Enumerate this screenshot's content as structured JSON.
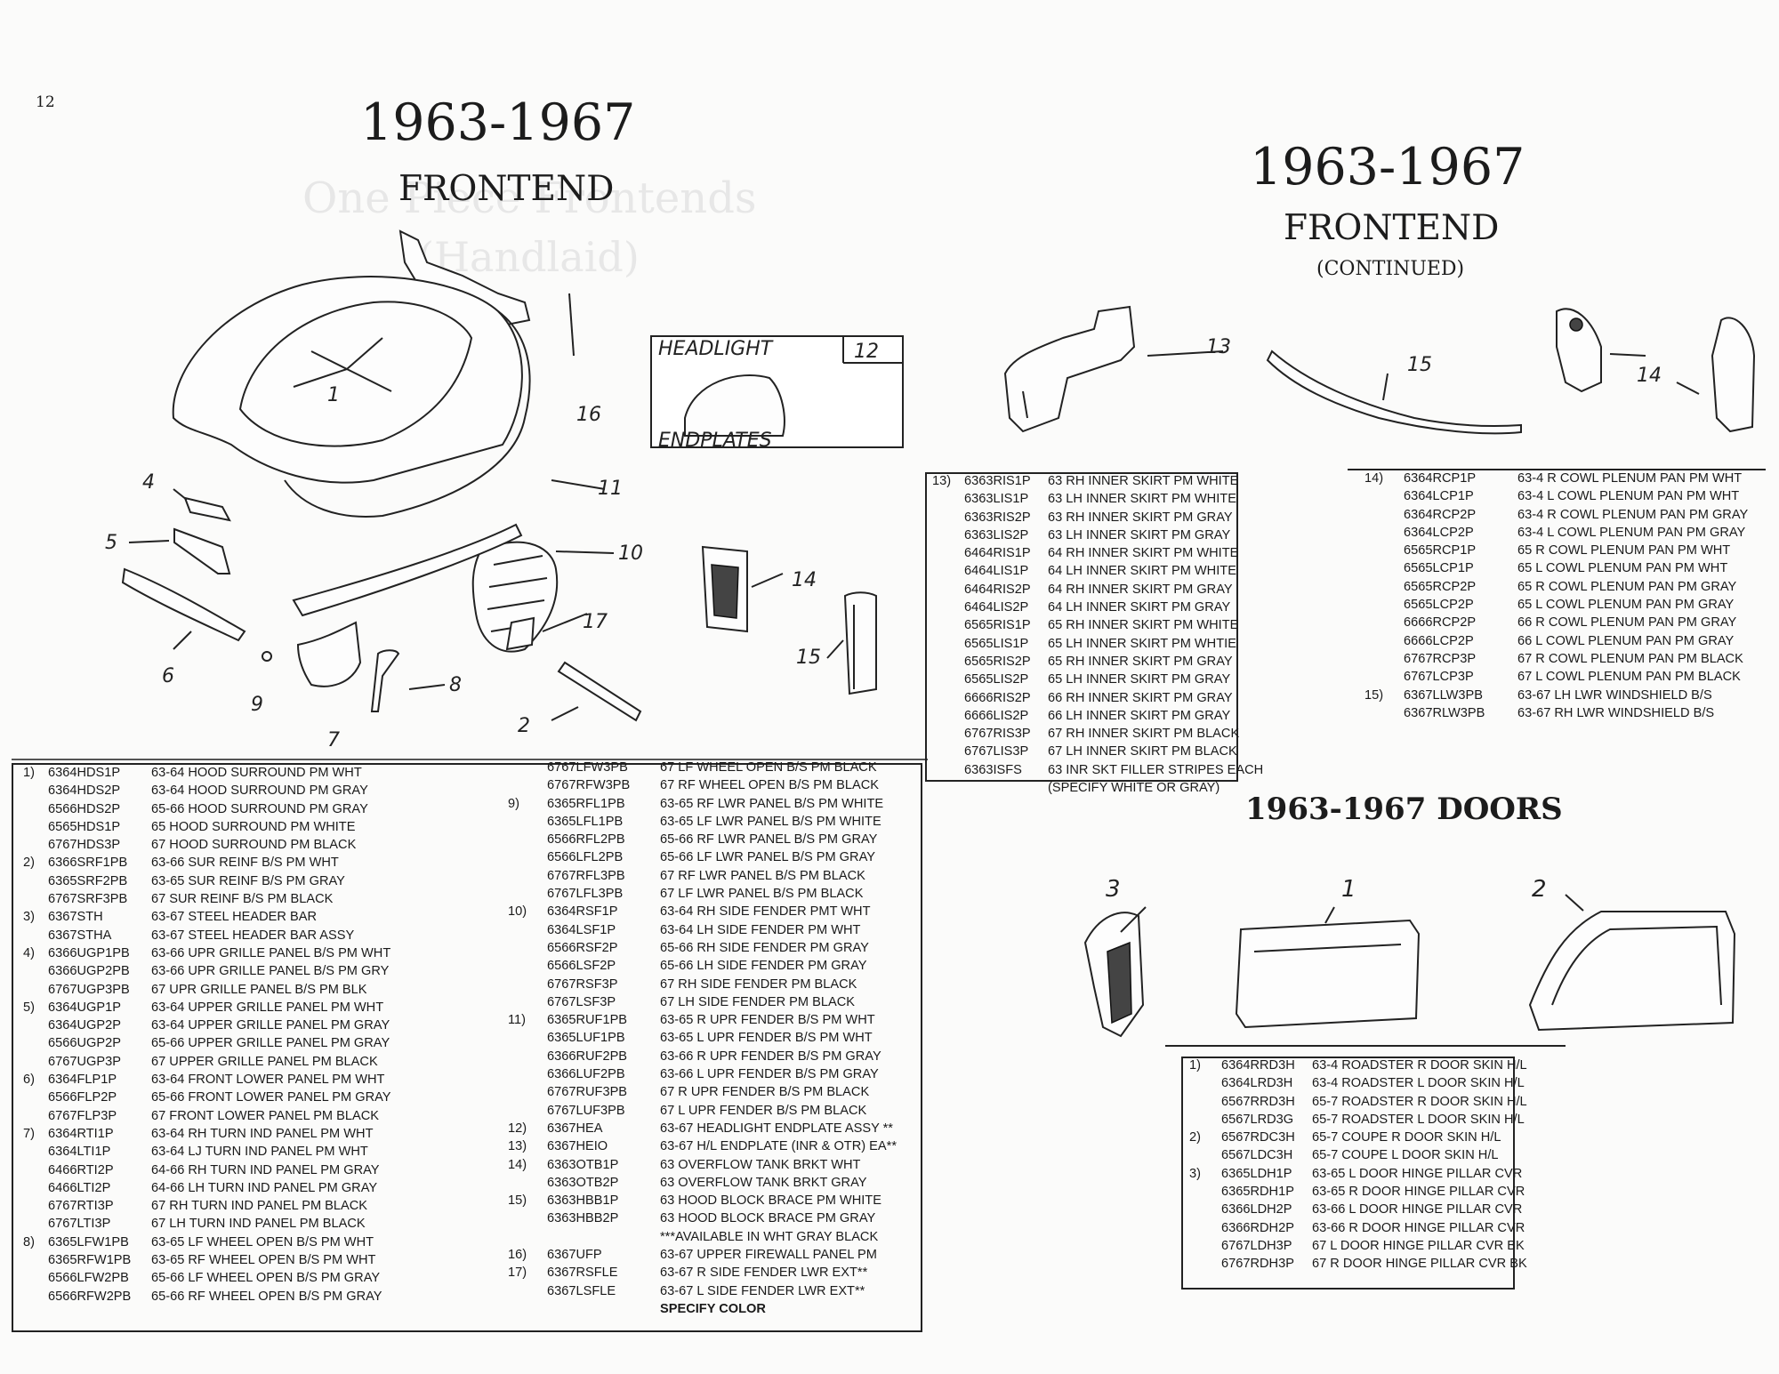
{
  "page_number": "12",
  "left_header": {
    "years": "1963-1967",
    "title": "FRONTEND"
  },
  "right_header": {
    "years": "1963-1967",
    "title": "FRONTEND",
    "subtitle": "(CONTINUED)"
  },
  "doors_header": "1963-1967 DOORS",
  "headlight_box": {
    "line1": "HEADLIGHT",
    "number": "12",
    "line2": "ENDPLATES"
  },
  "callouts_left": [
    "1",
    "4",
    "5",
    "6",
    "9",
    "7",
    "8",
    "2",
    "17",
    "10",
    "11",
    "16",
    "14",
    "15"
  ],
  "callouts_right": [
    "13",
    "15",
    "14"
  ],
  "callouts_doors": [
    "3",
    "1",
    "2"
  ],
  "table_left": [
    {
      "num": "1)",
      "code": "6364HDS1P",
      "desc": "63-64 HOOD SURROUND PM WHT"
    },
    {
      "num": "",
      "code": "6364HDS2P",
      "desc": "63-64 HOOD SURROUND PM GRAY"
    },
    {
      "num": "",
      "code": "6566HDS2P",
      "desc": "65-66 HOOD SURROUND PM GRAY"
    },
    {
      "num": "",
      "code": "6565HDS1P",
      "desc": "65 HOOD SURROUND PM WHITE"
    },
    {
      "num": "",
      "code": "6767HDS3P",
      "desc": "67 HOOD SURROUND PM BLACK"
    },
    {
      "num": "2)",
      "code": "6366SRF1PB",
      "desc": "63-66 SUR REINF B/S PM WHT"
    },
    {
      "num": "",
      "code": "6365SRF2PB",
      "desc": "63-65 SUR REINF B/S PM GRAY"
    },
    {
      "num": "",
      "code": "6767SRF3PB",
      "desc": "67 SUR REINF B/S PM BLACK"
    },
    {
      "num": "3)",
      "code": "6367STH",
      "desc": "63-67 STEEL HEADER BAR"
    },
    {
      "num": "",
      "code": "6367STHA",
      "desc": "63-67 STEEL HEADER BAR ASSY"
    },
    {
      "num": "4)",
      "code": "6366UGP1PB",
      "desc": "63-66 UPR GRILLE PANEL B/S PM WHT"
    },
    {
      "num": "",
      "code": "6366UGP2PB",
      "desc": "63-66 UPR GRILLE PANEL B/S PM GRY"
    },
    {
      "num": "",
      "code": "6767UGP3PB",
      "desc": "67 UPR GRILLE PANEL B/S PM BLK"
    },
    {
      "num": "5)",
      "code": "6364UGP1P",
      "desc": "63-64 UPPER GRILLE PANEL PM WHT"
    },
    {
      "num": "",
      "code": "6364UGP2P",
      "desc": "63-64 UPPER GRILLE PANEL PM GRAY"
    },
    {
      "num": "",
      "code": "6566UGP2P",
      "desc": "65-66 UPPER GRILLE PANEL PM GRAY"
    },
    {
      "num": "",
      "code": "6767UGP3P",
      "desc": "67 UPPER GRILLE PANEL PM BLACK"
    },
    {
      "num": "6)",
      "code": "6364FLP1P",
      "desc": "63-64 FRONT LOWER PANEL PM WHT"
    },
    {
      "num": "",
      "code": "6566FLP2P",
      "desc": "65-66 FRONT LOWER PANEL PM GRAY"
    },
    {
      "num": "",
      "code": "6767FLP3P",
      "desc": "67 FRONT LOWER PANEL PM BLACK"
    },
    {
      "num": "7)",
      "code": "6364RTI1P",
      "desc": "63-64 RH TURN IND PANEL PM WHT"
    },
    {
      "num": "",
      "code": "6364LTI1P",
      "desc": "63-64 LJ TURN IND PANEL PM WHT"
    },
    {
      "num": "",
      "code": "6466RTI2P",
      "desc": "64-66 RH TURN IND PANEL PM GRAY"
    },
    {
      "num": "",
      "code": "6466LTI2P",
      "desc": "64-66 LH TURN IND PANEL PM GRAY"
    },
    {
      "num": "",
      "code": "6767RTI3P",
      "desc": "67 RH TURN IND PANEL PM BLACK"
    },
    {
      "num": "",
      "code": "6767LTI3P",
      "desc": "67 LH TURN IND PANEL PM BLACK"
    },
    {
      "num": "8)",
      "code": "6365LFW1PB",
      "desc": "63-65 LF WHEEL OPEN B/S PM WHT"
    },
    {
      "num": "",
      "code": "6365RFW1PB",
      "desc": "63-65 RF WHEEL OPEN B/S PM WHT"
    },
    {
      "num": "",
      "code": "6566LFW2PB",
      "desc": "65-66 LF WHEEL OPEN B/S PM GRAY"
    },
    {
      "num": "",
      "code": "6566RFW2PB",
      "desc": "65-66 RF WHEEL OPEN B/S PM GRAY"
    }
  ],
  "table_middle": [
    {
      "num": "",
      "code": "6767LFW3PB",
      "desc": "67 LF WHEEL OPEN B/S PM BLACK"
    },
    {
      "num": "",
      "code": "6767RFW3PB",
      "desc": "67 RF WHEEL OPEN B/S PM BLACK"
    },
    {
      "num": "9)",
      "code": "6365RFL1PB",
      "desc": "63-65 RF LWR PANEL B/S PM WHITE"
    },
    {
      "num": "",
      "code": "6365LFL1PB",
      "desc": "63-65 LF LWR PANEL B/S PM WHITE"
    },
    {
      "num": "",
      "code": "6566RFL2PB",
      "desc": "65-66 RF LWR PANEL B/S PM GRAY"
    },
    {
      "num": "",
      "code": "6566LFL2PB",
      "desc": "65-66 LF LWR PANEL B/S PM GRAY"
    },
    {
      "num": "",
      "code": "6767RFL3PB",
      "desc": "67 RF LWR PANEL B/S PM BLACK"
    },
    {
      "num": "",
      "code": "6767LFL3PB",
      "desc": "67 LF LWR PANEL B/S PM BLACK"
    },
    {
      "num": "10)",
      "code": "6364RSF1P",
      "desc": "63-64 RH SIDE FENDER PMT WHT"
    },
    {
      "num": "",
      "code": "6364LSF1P",
      "desc": "63-64 LH SIDE FENDER PM WHT"
    },
    {
      "num": "",
      "code": "6566RSF2P",
      "desc": "65-66 RH SIDE FENDER PM GRAY"
    },
    {
      "num": "",
      "code": "6566LSF2P",
      "desc": "65-66 LH SIDE FENDER PM GRAY"
    },
    {
      "num": "",
      "code": "6767RSF3P",
      "desc": "67 RH SIDE FENDER PM BLACK"
    },
    {
      "num": "",
      "code": "6767LSF3P",
      "desc": "67 LH SIDE FENDER PM BLACK"
    },
    {
      "num": "11)",
      "code": "6365RUF1PB",
      "desc": "63-65 R UPR FENDER B/S PM WHT"
    },
    {
      "num": "",
      "code": "6365LUF1PB",
      "desc": "63-65 L UPR FENDER B/S PM WHT"
    },
    {
      "num": "",
      "code": "6366RUF2PB",
      "desc": "63-66 R UPR FENDER B/S PM GRAY"
    },
    {
      "num": "",
      "code": "6366LUF2PB",
      "desc": "63-66 L UPR FENDER B/S PM GRAY"
    },
    {
      "num": "",
      "code": "6767RUF3PB",
      "desc": "67 R UPR FENDER B/S PM BLACK"
    },
    {
      "num": "",
      "code": "6767LUF3PB",
      "desc": "67 L UPR FENDER B/S PM BLACK"
    },
    {
      "num": "12)",
      "code": "6367HEA",
      "desc": "63-67 HEADLIGHT ENDPLATE ASSY **"
    },
    {
      "num": "13)",
      "code": "6367HEIO",
      "desc": "63-67 H/L ENDPLATE (INR & OTR) EA**"
    },
    {
      "num": "14)",
      "code": "6363OTB1P",
      "desc": "63 OVERFLOW TANK BRKT WHT"
    },
    {
      "num": "",
      "code": "6363OTB2P",
      "desc": "63 OVERFLOW TANK BRKT GRAY"
    },
    {
      "num": "15)",
      "code": "6363HBB1P",
      "desc": "63 HOOD BLOCK BRACE PM WHITE"
    },
    {
      "num": "",
      "code": "6363HBB2P",
      "desc": "63 HOOD BLOCK BRACE PM GRAY"
    },
    {
      "num": "",
      "code": "",
      "desc": "***AVAILABLE IN WHT GRAY BLACK"
    },
    {
      "num": "16)",
      "code": "6367UFP",
      "desc": "63-67 UPPER FIREWALL PANEL PM"
    },
    {
      "num": "17)",
      "code": "6367RSFLE",
      "desc": "63-67 R SIDE FENDER LWR EXT**"
    },
    {
      "num": "",
      "code": "6367LSFLE",
      "desc": "63-67 L SIDE FENDER LWR EXT**"
    },
    {
      "num": "",
      "code": "",
      "desc": "SPECIFY COLOR"
    }
  ],
  "table_13": [
    {
      "num": "13)",
      "code": "6363RIS1P",
      "desc": "63 RH INNER SKIRT PM WHITE"
    },
    {
      "num": "",
      "code": "6363LIS1P",
      "desc": "63 LH INNER SKIRT PM WHITE"
    },
    {
      "num": "",
      "code": "6363RIS2P",
      "desc": "63 RH INNER SKIRT PM GRAY"
    },
    {
      "num": "",
      "code": "6363LIS2P",
      "desc": "63 LH INNER SKIRT PM GRAY"
    },
    {
      "num": "",
      "code": "6464RIS1P",
      "desc": "64 RH INNER SKIRT PM WHITE"
    },
    {
      "num": "",
      "code": "6464LIS1P",
      "desc": "64 LH INNER SKIRT PM WHITE"
    },
    {
      "num": "",
      "code": "6464RIS2P",
      "desc": "64 RH INNER SKIRT PM GRAY"
    },
    {
      "num": "",
      "code": "6464LIS2P",
      "desc": "64 LH INNER SKIRT PM GRAY"
    },
    {
      "num": "",
      "code": "6565RIS1P",
      "desc": "65 RH INNER SKIRT PM WHITE"
    },
    {
      "num": "",
      "code": "6565LIS1P",
      "desc": "65 LH INNER SKIRT PM WHTIE"
    },
    {
      "num": "",
      "code": "6565RIS2P",
      "desc": "65 RH INNER SKIRT PM GRAY"
    },
    {
      "num": "",
      "code": "6565LIS2P",
      "desc": "65 LH INNER SKIRT PM GRAY"
    },
    {
      "num": "",
      "code": "6666RIS2P",
      "desc": "66 RH INNER SKIRT PM GRAY"
    },
    {
      "num": "",
      "code": "6666LIS2P",
      "desc": "66 LH INNER SKIRT PM GRAY"
    },
    {
      "num": "",
      "code": "6767RIS3P",
      "desc": "67 RH INNER SKIRT PM BLACK"
    },
    {
      "num": "",
      "code": "6767LIS3P",
      "desc": "67 LH INNER SKIRT PM BLACK"
    },
    {
      "num": "",
      "code": "6363ISFS",
      "desc": "63 INR SKT FILLER STRIPES EACH"
    },
    {
      "num": "",
      "code": "",
      "desc": "(SPECIFY WHITE OR GRAY)"
    }
  ],
  "table_14": [
    {
      "num": "14)",
      "code": "6364RCP1P",
      "desc": "63-4 R COWL PLENUM PAN PM WHT"
    },
    {
      "num": "",
      "code": "6364LCP1P",
      "desc": "63-4 L COWL PLENUM PAN PM WHT"
    },
    {
      "num": "",
      "code": "6364RCP2P",
      "desc": "63-4 R COWL PLENUM PAN PM GRAY"
    },
    {
      "num": "",
      "code": "6364LCP2P",
      "desc": "63-4 L COWL PLENUM PAN PM GRAY"
    },
    {
      "num": "",
      "code": "6565RCP1P",
      "desc": "65 R COWL PLENUM PAN PM WHT"
    },
    {
      "num": "",
      "code": "6565LCP1P",
      "desc": "65 L COWL PLENUM PAN PM WHT"
    },
    {
      "num": "",
      "code": "6565RCP2P",
      "desc": "65 R COWL PLENUM PAN PM GRAY"
    },
    {
      "num": "",
      "code": "6565LCP2P",
      "desc": "65 L COWL PLENUM PAN PM GRAY"
    },
    {
      "num": "",
      "code": "6666RCP2P",
      "desc": "66 R COWL PLENUM PAN PM GRAY"
    },
    {
      "num": "",
      "code": "6666LCP2P",
      "desc": "66 L COWL PLENUM PAN PM GRAY"
    },
    {
      "num": "",
      "code": "6767RCP3P",
      "desc": "67 R COWL PLENUM PAN PM BLACK"
    },
    {
      "num": "",
      "code": "6767LCP3P",
      "desc": "67 L COWL PLENUM PAN PM BLACK"
    },
    {
      "num": "15)",
      "code": "6367LLW3PB",
      "desc": "63-67 LH LWR WINDSHIELD B/S"
    },
    {
      "num": "",
      "code": "6367RLW3PB",
      "desc": "63-67 RH LWR WINDSHIELD B/S"
    }
  ],
  "table_doors": [
    {
      "num": "1)",
      "code": "6364RRD3H",
      "desc": "63-4 ROADSTER R DOOR SKIN H/L"
    },
    {
      "num": "",
      "code": "6364LRD3H",
      "desc": "63-4 ROADSTER L DOOR SKIN H/L"
    },
    {
      "num": "",
      "code": "6567RRD3H",
      "desc": "65-7 ROADSTER R DOOR SKIN H/L"
    },
    {
      "num": "",
      "code": "6567LRD3G",
      "desc": "65-7 ROADSTER L DOOR SKIN H/L"
    },
    {
      "num": "2)",
      "code": "6567RDC3H",
      "desc": "65-7 COUPE R DOOR SKIN H/L"
    },
    {
      "num": "",
      "code": "6567LDC3H",
      "desc": "65-7 COUPE L DOOR SKIN H/L"
    },
    {
      "num": "3)",
      "code": "6365LDH1P",
      "desc": "63-65 L DOOR HINGE PILLAR CVR"
    },
    {
      "num": "",
      "code": "6365RDH1P",
      "desc": "63-65 R DOOR HINGE PILLAR CVR"
    },
    {
      "num": "",
      "code": "6366LDH2P",
      "desc": "63-66 L DOOR HINGE PILLAR CVR"
    },
    {
      "num": "",
      "code": "6366RDH2P",
      "desc": "63-66 R DOOR HINGE PILLAR CVR"
    },
    {
      "num": "",
      "code": "6767LDH3P",
      "desc": "67 L DOOR HINGE PILLAR CVR BK"
    },
    {
      "num": "",
      "code": "6767RDH3P",
      "desc": "67 R DOOR HINGE PILLAR CVR BK"
    }
  ]
}
